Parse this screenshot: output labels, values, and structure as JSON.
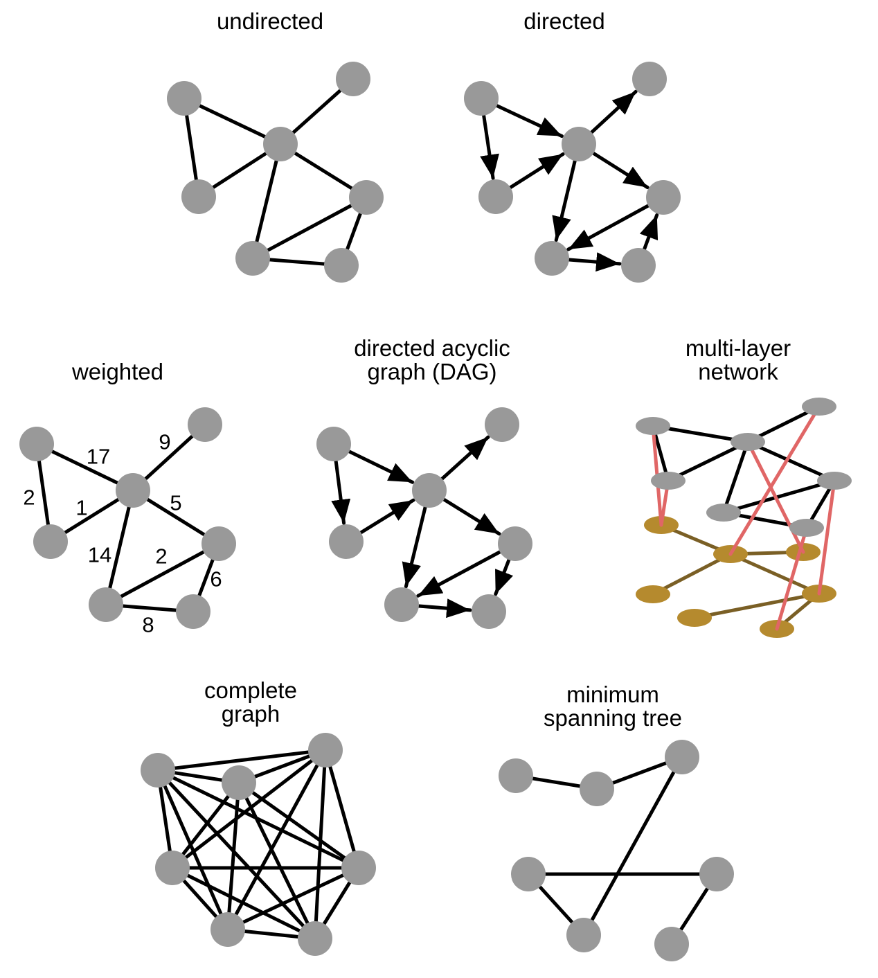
{
  "colors": {
    "node": "#999999",
    "edge": "#000000",
    "lower_node": "#b58a2e",
    "lower_edge": "#7a5f25",
    "interlayer_edge": "#e06666"
  },
  "panels": [
    {
      "id": "undirected",
      "title": [
        "undirected"
      ],
      "directed": false,
      "nodes": [
        "A",
        "B",
        "C",
        "D",
        "E",
        "F",
        "G"
      ],
      "edges": [
        [
          "A",
          "C"
        ],
        [
          "B",
          "C"
        ],
        [
          "A",
          "D"
        ],
        [
          "C",
          "D"
        ],
        [
          "C",
          "E"
        ],
        [
          "C",
          "F"
        ],
        [
          "E",
          "F"
        ],
        [
          "F",
          "G"
        ],
        [
          "E",
          "G"
        ]
      ]
    },
    {
      "id": "directed",
      "title": [
        "directed"
      ],
      "directed": true,
      "nodes": [
        "A",
        "B",
        "C",
        "D",
        "E",
        "F",
        "G"
      ],
      "edges": [
        [
          "A",
          "C"
        ],
        [
          "C",
          "B"
        ],
        [
          "A",
          "D"
        ],
        [
          "D",
          "C"
        ],
        [
          "C",
          "E"
        ],
        [
          "C",
          "F"
        ],
        [
          "E",
          "F"
        ],
        [
          "F",
          "G"
        ],
        [
          "G",
          "E"
        ]
      ]
    },
    {
      "id": "weighted",
      "title": [
        "weighted"
      ],
      "directed": false,
      "nodes": [
        "A",
        "B",
        "C",
        "D",
        "E",
        "F",
        "G"
      ],
      "edges": [
        [
          "A",
          "C"
        ],
        [
          "B",
          "C"
        ],
        [
          "A",
          "D"
        ],
        [
          "C",
          "D"
        ],
        [
          "C",
          "E"
        ],
        [
          "C",
          "F"
        ],
        [
          "E",
          "F"
        ],
        [
          "F",
          "G"
        ],
        [
          "E",
          "G"
        ]
      ],
      "weights": [
        "17",
        "9",
        "2",
        "1",
        "5",
        "14",
        "2",
        "8",
        "6"
      ]
    },
    {
      "id": "dag",
      "title": [
        "directed acyclic",
        "graph (DAG)"
      ],
      "directed": true,
      "nodes": [
        "A",
        "B",
        "C",
        "D",
        "E",
        "F",
        "G"
      ],
      "edges": [
        [
          "A",
          "C"
        ],
        [
          "C",
          "B"
        ],
        [
          "A",
          "D"
        ],
        [
          "D",
          "C"
        ],
        [
          "C",
          "E"
        ],
        [
          "C",
          "F"
        ],
        [
          "E",
          "F"
        ],
        [
          "F",
          "G"
        ],
        [
          "E",
          "G"
        ]
      ]
    },
    {
      "id": "multilayer",
      "title": [
        "multi-layer",
        "network"
      ]
    },
    {
      "id": "complete",
      "title": [
        "complete",
        "graph"
      ],
      "nodes": [
        "A",
        "B",
        "C",
        "D",
        "E",
        "F",
        "G"
      ]
    },
    {
      "id": "mst",
      "title": [
        "minimum",
        "spanning tree"
      ],
      "nodes": [
        "A",
        "B",
        "C",
        "D",
        "E",
        "F",
        "G"
      ],
      "edges": [
        [
          "A",
          "B"
        ],
        [
          "B",
          "C"
        ],
        [
          "C",
          "F"
        ],
        [
          "D",
          "E"
        ],
        [
          "D",
          "F"
        ],
        [
          "E",
          "G"
        ]
      ]
    }
  ]
}
